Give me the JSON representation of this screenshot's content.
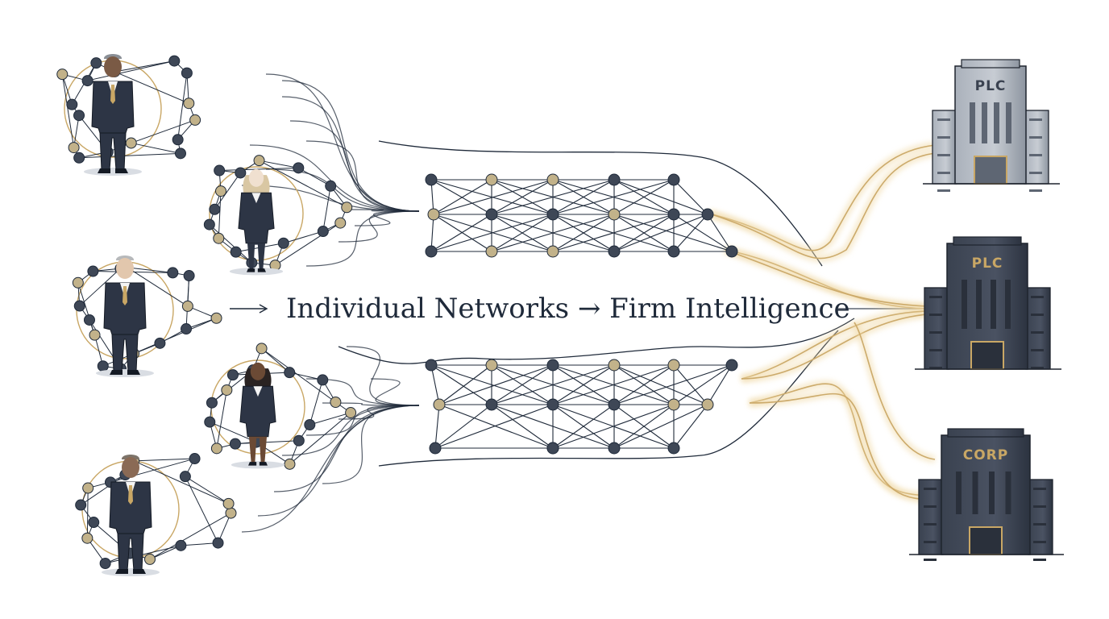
{
  "title": "Individual Networks → Firm Intelligence",
  "people": [
    {
      "role": "executive-man-gray-hair"
    },
    {
      "role": "executive-woman-blonde"
    },
    {
      "role": "executive-man-glasses"
    },
    {
      "role": "executive-woman-dark-hair"
    },
    {
      "role": "executive-man-beard"
    }
  ],
  "buildings": [
    {
      "label": "PLC",
      "style": "light"
    },
    {
      "label": "PLC",
      "style": "dark"
    },
    {
      "label": "CORP",
      "style": "dark"
    }
  ],
  "colors": {
    "navy": "#1f2a3a",
    "slate": "#3e4756",
    "gold": "#c9a765",
    "light_node": "#c2b28a",
    "building_light": "#b7bdc6",
    "building_dark": "#3b4452"
  }
}
